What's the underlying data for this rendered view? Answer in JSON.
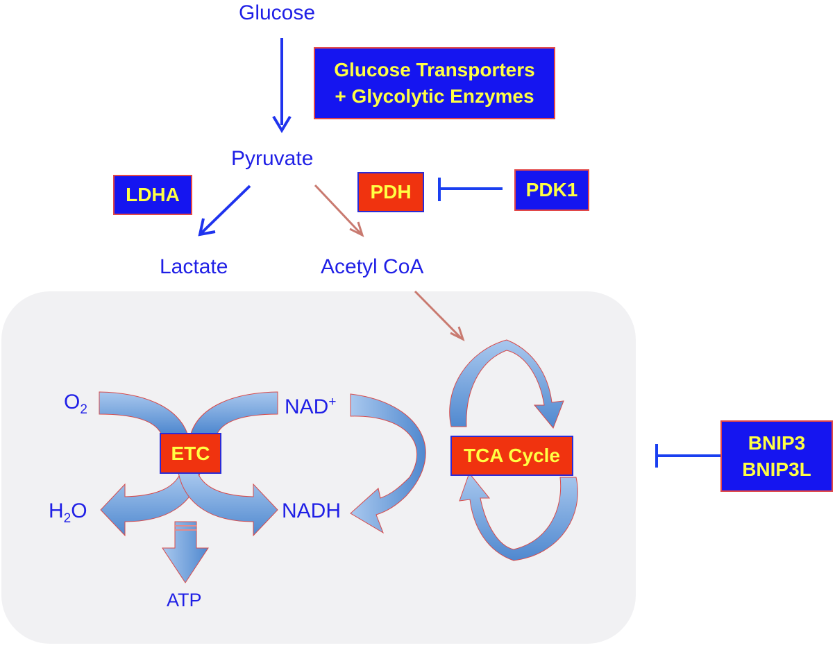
{
  "metabolites": {
    "glucose": "Glucose",
    "pyruvate": "Pyruvate",
    "lactate": "Lactate",
    "acetyl_coa": "Acetyl CoA",
    "o2": {
      "base": "O",
      "sub": "2"
    },
    "nad_plus": {
      "base": "NAD",
      "sup": "+"
    },
    "h2o": {
      "h": "H",
      "sub": "2",
      "o": "O"
    },
    "nadh": "NADH",
    "atp": "ATP"
  },
  "boxes": {
    "glucose_transporters": {
      "line1": "Glucose Transporters",
      "line2": "+ Glycolytic Enzymes"
    },
    "ldha": "LDHA",
    "pdh": "PDH",
    "pdk1": "PDK1",
    "etc": "ETC",
    "tca_cycle": "TCA Cycle",
    "bnip": {
      "line1": "BNIP3",
      "line2": "BNIP3L"
    }
  },
  "colors": {
    "metabolite_text": "#1f1fe6",
    "enzyme_box_blue": "#1515f0",
    "enzyme_box_red": "#f0330f",
    "box_text": "#ffff44",
    "inhibition_line": "#1a3ff0",
    "flux_arrow_brown": "#c97a70",
    "mitochondria_bg": "#f1f1f3",
    "curved_arrow_fill": "#7aa9df"
  }
}
